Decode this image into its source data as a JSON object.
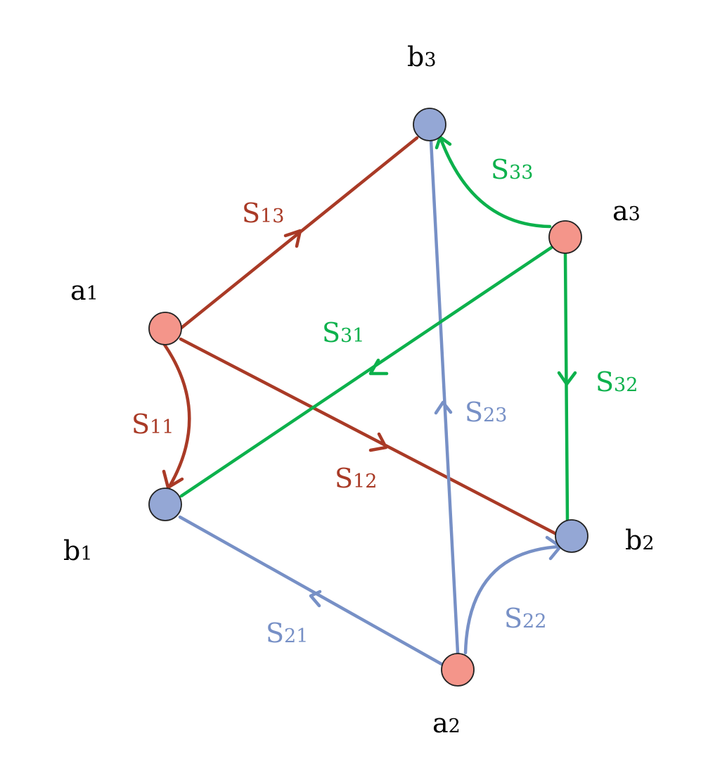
{
  "colors": {
    "red": "#a93a26",
    "blue": "#7790c6",
    "green": "#0cb14c",
    "node_a": "#f4958a",
    "node_b": "#94a7d5"
  },
  "nodes": {
    "a1": {
      "main": "a",
      "sub": "1"
    },
    "a2": {
      "main": "a",
      "sub": "2"
    },
    "a3": {
      "main": "a",
      "sub": "3"
    },
    "b1": {
      "main": "b",
      "sub": "1"
    },
    "b2": {
      "main": "b",
      "sub": "2"
    },
    "b3": {
      "main": "b",
      "sub": "3"
    }
  },
  "edges": {
    "s11": {
      "main": "S",
      "sub": "11",
      "from": "a1",
      "to": "b1",
      "color": "red"
    },
    "s12": {
      "main": "S",
      "sub": "12",
      "from": "a1",
      "to": "b2",
      "color": "red"
    },
    "s13": {
      "main": "S",
      "sub": "13",
      "from": "a1",
      "to": "b3",
      "color": "red"
    },
    "s21": {
      "main": "S",
      "sub": "21",
      "from": "a2",
      "to": "b1",
      "color": "blue"
    },
    "s22": {
      "main": "S",
      "sub": "22",
      "from": "a2",
      "to": "b2",
      "color": "blue"
    },
    "s23": {
      "main": "S",
      "sub": "23",
      "from": "a2",
      "to": "b3",
      "color": "blue"
    },
    "s31": {
      "main": "S",
      "sub": "31",
      "from": "a3",
      "to": "b1",
      "color": "green"
    },
    "s32": {
      "main": "S",
      "sub": "32",
      "from": "a3",
      "to": "b2",
      "color": "green"
    },
    "s33": {
      "main": "S",
      "sub": "33",
      "from": "a3",
      "to": "b3",
      "color": "green"
    }
  }
}
